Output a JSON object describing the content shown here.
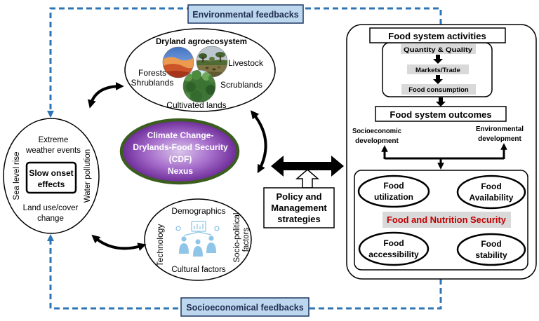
{
  "feedbacks": {
    "environmental": "Environmental feedbacks",
    "socioeconomical": "Socioeconomical feedbacks"
  },
  "climate_drivers": {
    "extreme_weather": [
      "Extreme",
      "weather events"
    ],
    "slow_onset": [
      "Slow onset",
      "effects"
    ],
    "sea_level": "Sea level rise",
    "water_pollution": "Water pollution",
    "land_use": [
      "Land use/cover",
      "change"
    ]
  },
  "agroecosystem": {
    "title": "Dryland agroecosystem",
    "livestock": "Livestock",
    "forests": [
      "Forests",
      "Shrublands"
    ],
    "scrublands": "Scrublands",
    "cultivated": "Cultivated lands",
    "pictures": [
      "desert-landscape",
      "savanna-livestock",
      "forest"
    ]
  },
  "nexus": {
    "lines": [
      "Climate Change-",
      "Drylands-Food Security",
      "(CDF)",
      "Nexus"
    ]
  },
  "socio_factors": {
    "demographics": "Demographics",
    "technology": "Technology",
    "socio_political": [
      "Socio-political",
      "factors"
    ],
    "cultural": "Cultural factors",
    "icon": "people-network"
  },
  "policy": {
    "lines": [
      "Policy and",
      "Management",
      "strategies"
    ]
  },
  "food_system": {
    "activities_title": "Food system activities",
    "activities": [
      "Quantity & Quality",
      "Markets/Trade",
      "Food consumption"
    ],
    "outcomes_title": "Food system outcomes",
    "socioeconomic": [
      "Socioeconomic",
      "development"
    ],
    "environmental": [
      "Environmental",
      "development"
    ]
  },
  "security": {
    "title": "Food and Nutrition Security",
    "utilization": [
      "Food",
      "utilization"
    ],
    "availability": [
      "Food",
      "Availability"
    ],
    "accessibility": [
      "Food",
      "accessibility"
    ],
    "stability": [
      "Food",
      "stability"
    ]
  },
  "colors": {
    "feedback_line": "#2E75B6",
    "feedback_box": "#BDD7EE",
    "nexus_purple": "#6B2A96",
    "nexus_border": "#3B5E1F",
    "gray_box": "#D9D9D9",
    "security_red": "#C00000",
    "icon_blue": "#8EC5E8"
  }
}
